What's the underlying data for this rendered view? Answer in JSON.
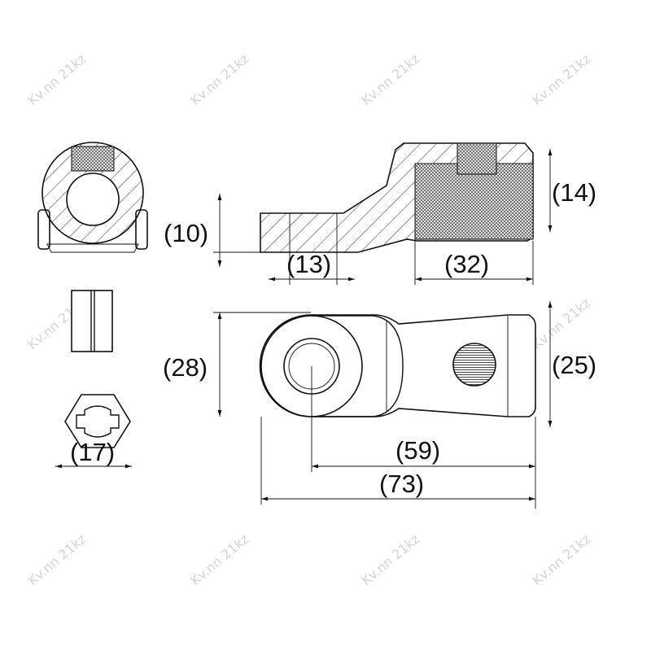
{
  "watermark": "Kv.nn 21kz",
  "dimensions": {
    "thread_height": "(14)",
    "flange_height": "(10)",
    "hole_width": "(13)",
    "thread_length": "(32)",
    "eye_diameter": "(28)",
    "body_width": "(25)",
    "hex_size": "(17)",
    "barrel_length": "(59)",
    "overall_length": "(73)"
  },
  "colors": {
    "line": "#111111",
    "hatch": "#333333",
    "watermark": "#d0d0d0"
  }
}
